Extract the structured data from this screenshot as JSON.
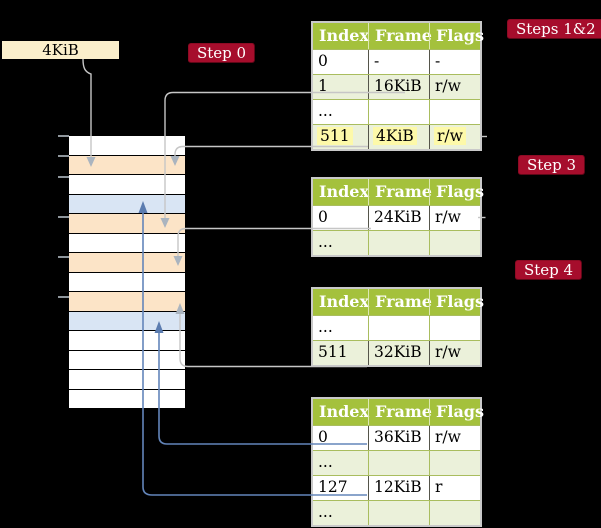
{
  "frame_box": {
    "label": "4KiB"
  },
  "badges": {
    "step0": "Step 0",
    "steps12": "Steps 1&2",
    "step3": "Step 3",
    "step4": "Step 4"
  },
  "memory_column": {
    "rows": [
      "free",
      "pagetable",
      "free",
      "page",
      "pagetable",
      "free",
      "pagetable",
      "free",
      "pagetable",
      "page",
      "free",
      "free",
      "free",
      "free"
    ]
  },
  "tables": [
    {
      "dom": "table-l2",
      "headers": [
        "Index",
        "Frame",
        "Flags"
      ],
      "rows": [
        {
          "cells": [
            "0",
            "-",
            "-"
          ],
          "shade": false,
          "highlight": false
        },
        {
          "cells": [
            "1",
            "16KiB",
            "r/w"
          ],
          "shade": true,
          "highlight": false
        },
        {
          "cells": [
            "...",
            "",
            ""
          ],
          "shade": false,
          "highlight": false
        },
        {
          "cells": [
            "511",
            "4KiB",
            "r/w"
          ],
          "shade": true,
          "highlight": true
        }
      ]
    },
    {
      "dom": "table-s3",
      "headers": [
        "Index",
        "Frame",
        "Flags"
      ],
      "rows": [
        {
          "cells": [
            "0",
            "24KiB",
            "r/w"
          ],
          "shade": false,
          "highlight": false
        },
        {
          "cells": [
            "...",
            "",
            ""
          ],
          "shade": true,
          "highlight": false
        }
      ]
    },
    {
      "dom": "table-s4",
      "headers": [
        "Index",
        "Frame",
        "Flags"
      ],
      "rows": [
        {
          "cells": [
            "...",
            "",
            ""
          ],
          "shade": false,
          "highlight": false
        },
        {
          "cells": [
            "511",
            "32KiB",
            "r/w"
          ],
          "shade": true,
          "highlight": false
        }
      ]
    },
    {
      "dom": "table-l1",
      "headers": [
        "Index",
        "Frame",
        "Flags"
      ],
      "rows": [
        {
          "cells": [
            "0",
            "36KiB",
            "r/w"
          ],
          "shade": false,
          "highlight": false
        },
        {
          "cells": [
            "...",
            "",
            ""
          ],
          "shade": true,
          "highlight": false
        },
        {
          "cells": [
            "127",
            "12KiB",
            "r"
          ],
          "shade": false,
          "highlight": false
        },
        {
          "cells": [
            "...",
            "",
            ""
          ],
          "shade": true,
          "highlight": false
        }
      ]
    }
  ],
  "connectors": [
    {
      "name": "arrow-4kib-box-to-frame-4kib",
      "from": "4KiB label box",
      "to": "memory frame 4KiB",
      "color": "gray"
    },
    {
      "name": "arrow-l2-entry1-to-frame-16kib",
      "from": "table entry 1 (16KiB)",
      "to": "memory frame 16KiB",
      "color": "gray"
    },
    {
      "name": "arrow-l2-entry511-to-frame-4kib",
      "from": "table entry 511 (4KiB)",
      "to": "memory frame 4KiB",
      "color": "gray"
    },
    {
      "name": "arrow-s3-entry0-to-frame-24kib",
      "from": "table entry 0 (24KiB)",
      "to": "memory frame 24KiB",
      "color": "gray"
    },
    {
      "name": "arrow-s4-entry511-to-frame-32kib",
      "from": "table entry 511 (32KiB)",
      "to": "memory frame 32KiB",
      "color": "gray"
    },
    {
      "name": "arrow-l1-entry0-to-frame-36kib",
      "from": "table entry 0 (36KiB)",
      "to": "memory frame 36KiB",
      "color": "blue"
    },
    {
      "name": "arrow-l1-entry127-to-frame-12kib",
      "from": "table entry 127 (12KiB)",
      "to": "memory frame 12KiB",
      "color": "blue"
    }
  ],
  "colors": {
    "background": "#000000",
    "badge_red": "#a60d2c",
    "table_header_green": "#a4c13c",
    "table_row_shade": "#ebf1da",
    "highlight_yellow": "#fdf9a9",
    "frame_box_cream": "#fbefcb",
    "memory_pagetable_peach": "#fce4c7",
    "memory_page_blue": "#d9e5f4",
    "arrow_gray": "#c6c6c6",
    "arrow_blue": "#6385ba"
  }
}
